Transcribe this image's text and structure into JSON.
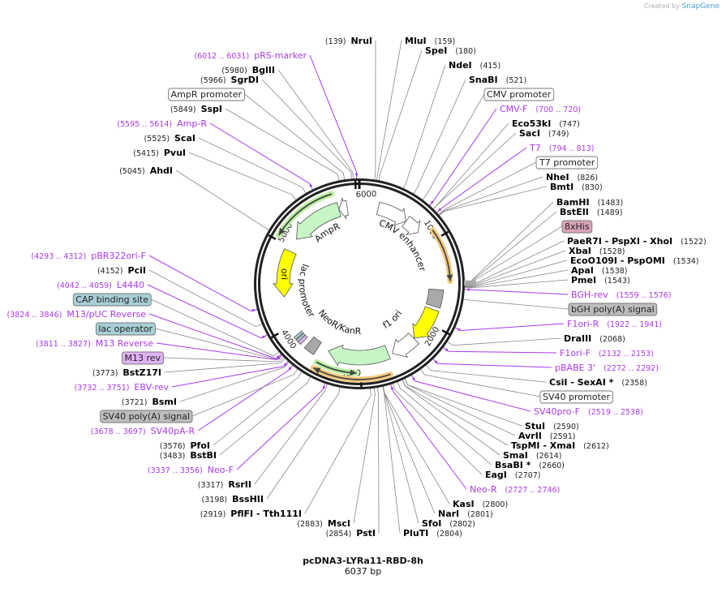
{
  "credit": {
    "prefix": "Created by",
    "brand": "SnapGene"
  },
  "map": {
    "title": "pcDNA3-LYRa11-RBD-8h",
    "length": "6037 bp",
    "total_bp": 6037
  },
  "ticks": [
    "1000",
    "2000",
    "3000",
    "4000",
    "5000",
    "6000"
  ],
  "features_inner": {
    "cmv_enhancer": "CMV enhancer",
    "ampr": "AmpR",
    "ori": "ori",
    "lac_promoter": "lac promoter",
    "neor": "NeoR/KanR",
    "f1_ori": "f1 ori"
  },
  "colors": {
    "primer": "#a83ae8",
    "cds": "#c6f5c6",
    "ori": "#ffff00",
    "orf": "#f7c97a",
    "polyA": "#a9a9a9",
    "promoter": "#ffffff",
    "his": "#d9a3b8",
    "cap": "#a8cfd6",
    "m13rev": "#dfb3f3"
  },
  "labels": [
    {
      "name": "NruI",
      "pos": "(139)",
      "kind": "enzyme"
    },
    {
      "name": "MluI",
      "pos": "(159)",
      "kind": "enzyme"
    },
    {
      "name": "SpeI",
      "pos": "(180)",
      "kind": "enzyme"
    },
    {
      "name": "NdeI",
      "pos": "(415)",
      "kind": "enzyme"
    },
    {
      "name": "SnaBI",
      "pos": "(521)",
      "kind": "enzyme"
    },
    {
      "name": "CMV promoter",
      "kind": "feature",
      "color": "#ffffff"
    },
    {
      "name": "CMV-F",
      "pos": "(700 .. 720)",
      "kind": "primer"
    },
    {
      "name": "Eco53kI",
      "pos": "(747)",
      "kind": "enzyme"
    },
    {
      "name": "SacI",
      "pos": "(749)",
      "kind": "enzyme"
    },
    {
      "name": "T7",
      "pos": "(794 .. 813)",
      "kind": "primer"
    },
    {
      "name": "T7 promoter",
      "kind": "feature",
      "color": "#ffffff"
    },
    {
      "name": "NheI",
      "pos": "(826)",
      "kind": "enzyme"
    },
    {
      "name": "BmtI",
      "pos": "(830)",
      "kind": "enzyme"
    },
    {
      "name": "BamHI",
      "pos": "(1483)",
      "kind": "enzyme"
    },
    {
      "name": "BstEII",
      "pos": "(1489)",
      "kind": "enzyme"
    },
    {
      "name": "8xHis",
      "kind": "feature",
      "color": "#d9a3b8"
    },
    {
      "name": "PaeR7I   - PspXI   - XhoI",
      "pos": "(1522)",
      "kind": "enzyme"
    },
    {
      "name": "XbaI",
      "pos": "(1528)",
      "kind": "enzyme"
    },
    {
      "name": "EcoO109I   - PspOMI",
      "pos": "(1534)",
      "kind": "enzyme"
    },
    {
      "name": "ApaI",
      "pos": "(1538)",
      "kind": "enzyme"
    },
    {
      "name": "PmeI",
      "pos": "(1543)",
      "kind": "enzyme"
    },
    {
      "name": "BGH-rev",
      "pos": "(1559 .. 1576)",
      "kind": "primer"
    },
    {
      "name": "bGH poly(A) signal",
      "kind": "feature",
      "color": "#bdbdbd"
    },
    {
      "name": "F1ori-R",
      "pos": "(1922 .. 1941)",
      "kind": "primer"
    },
    {
      "name": "DraIII",
      "pos": "(2068)",
      "kind": "enzyme"
    },
    {
      "name": "F1ori-F",
      "pos": "(2132 .. 2153)",
      "kind": "primer"
    },
    {
      "name": "pBABE 3'",
      "pos": "(2272 .. 2292)",
      "kind": "primer"
    },
    {
      "name": "CsiI   - SexAI *",
      "pos": "(2358)",
      "kind": "enzyme"
    },
    {
      "name": "SV40 promoter",
      "kind": "feature",
      "color": "#ffffff"
    },
    {
      "name": "SV40pro-F",
      "pos": "(2519 .. 2538)",
      "kind": "primer"
    },
    {
      "name": "StuI",
      "pos": "(2590)",
      "kind": "enzyme"
    },
    {
      "name": "AvrII",
      "pos": "(2591)",
      "kind": "enzyme"
    },
    {
      "name": "TspMI   - XmaI",
      "pos": "(2612)",
      "kind": "enzyme"
    },
    {
      "name": "SmaI",
      "pos": "(2614)",
      "kind": "enzyme"
    },
    {
      "name": "BsaBI *",
      "pos": "(2660)",
      "kind": "enzyme"
    },
    {
      "name": "EagI",
      "pos": "(2707)",
      "kind": "enzyme"
    },
    {
      "name": "Neo-R",
      "pos": "(2727 .. 2746)",
      "kind": "primer"
    },
    {
      "name": "KasI",
      "pos": "(2800)",
      "kind": "enzyme"
    },
    {
      "name": "NarI",
      "pos": "(2801)",
      "kind": "enzyme"
    },
    {
      "name": "SfoI",
      "pos": "(2802)",
      "kind": "enzyme"
    },
    {
      "name": "PluTI",
      "pos": "(2804)",
      "kind": "enzyme"
    },
    {
      "name": "PstI",
      "pos": "(2854)",
      "kind": "enzyme"
    },
    {
      "name": "MscI",
      "pos": "(2883)",
      "kind": "enzyme"
    },
    {
      "name": "PflFI   - Tth111I",
      "pos": "(2919)",
      "kind": "enzyme"
    },
    {
      "name": "BssHII",
      "pos": "(3198)",
      "kind": "enzyme"
    },
    {
      "name": "RsrII",
      "pos": "(3317)",
      "kind": "enzyme"
    },
    {
      "name": "Neo-F",
      "pos": "(3337 .. 3356)",
      "kind": "primer"
    },
    {
      "name": "BstBI",
      "pos": "(3483)",
      "kind": "enzyme"
    },
    {
      "name": "PfoI",
      "pos": "(3576)",
      "kind": "enzyme"
    },
    {
      "name": "SV40pA-R",
      "pos": "(3678 .. 3697)",
      "kind": "primer"
    },
    {
      "name": "SV40 poly(A) signal",
      "kind": "feature",
      "color": "#bdbdbd"
    },
    {
      "name": "BsmI",
      "pos": "(3721)",
      "kind": "enzyme"
    },
    {
      "name": "EBV-rev",
      "pos": "(3732 .. 3751)",
      "kind": "primer"
    },
    {
      "name": "BstZ17I",
      "pos": "(3773)",
      "kind": "enzyme"
    },
    {
      "name": "M13 rev",
      "kind": "feature",
      "color": "#dfb3f3"
    },
    {
      "name": "M13 Reverse",
      "pos": "(3811 .. 3827)",
      "kind": "primer"
    },
    {
      "name": "lac operator",
      "kind": "feature",
      "color": "#a8cfd6"
    },
    {
      "name": "M13/pUC Reverse",
      "pos": "(3824 .. 3846)",
      "kind": "primer"
    },
    {
      "name": "CAP binding site",
      "kind": "feature",
      "color": "#a8cfd6"
    },
    {
      "name": "L4440",
      "pos": "(4042 .. 4059)",
      "kind": "primer"
    },
    {
      "name": "PciI",
      "pos": "(4152)",
      "kind": "enzyme"
    },
    {
      "name": "pBR322ori-F",
      "pos": "(4293 .. 4312)",
      "kind": "primer"
    },
    {
      "name": "AhdI",
      "pos": "(5045)",
      "kind": "enzyme"
    },
    {
      "name": "PvuI",
      "pos": "(5415)",
      "kind": "enzyme"
    },
    {
      "name": "ScaI",
      "pos": "(5525)",
      "kind": "enzyme"
    },
    {
      "name": "Amp-R",
      "pos": "(5595 .. 5614)",
      "kind": "primer"
    },
    {
      "name": "SspI",
      "pos": "(5849)",
      "kind": "enzyme"
    },
    {
      "name": "AmpR promoter",
      "kind": "feature",
      "color": "#ffffff"
    },
    {
      "name": "SgrDI",
      "pos": "(5966)",
      "kind": "enzyme"
    },
    {
      "name": "BglII",
      "pos": "(5980)",
      "kind": "enzyme"
    },
    {
      "name": "pRS-marker",
      "pos": "(6012 .. 6031)",
      "kind": "primer"
    }
  ]
}
